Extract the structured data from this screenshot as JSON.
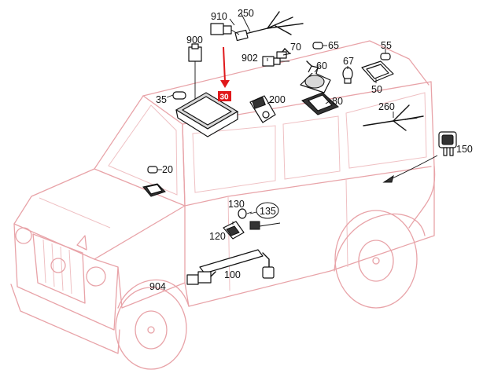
{
  "diagram": {
    "callouts": {
      "c910": "910",
      "c250": "250",
      "c900": "900",
      "c70": "70",
      "c65": "65",
      "c55": "55",
      "c902": "902",
      "c60": "60",
      "c67": "67",
      "c50": "50",
      "c35": "35",
      "c200": "200",
      "c80": "80",
      "c260": "260",
      "c150": "150",
      "c20": "20",
      "c130": "130",
      "c135": "135",
      "c120": "120",
      "c100": "100",
      "c904": "904"
    },
    "highlight": {
      "label": "30",
      "color": "#e0181b"
    },
    "colors": {
      "vehicle_outline": "#e8a3a8",
      "parts_outline": "#111111"
    }
  }
}
